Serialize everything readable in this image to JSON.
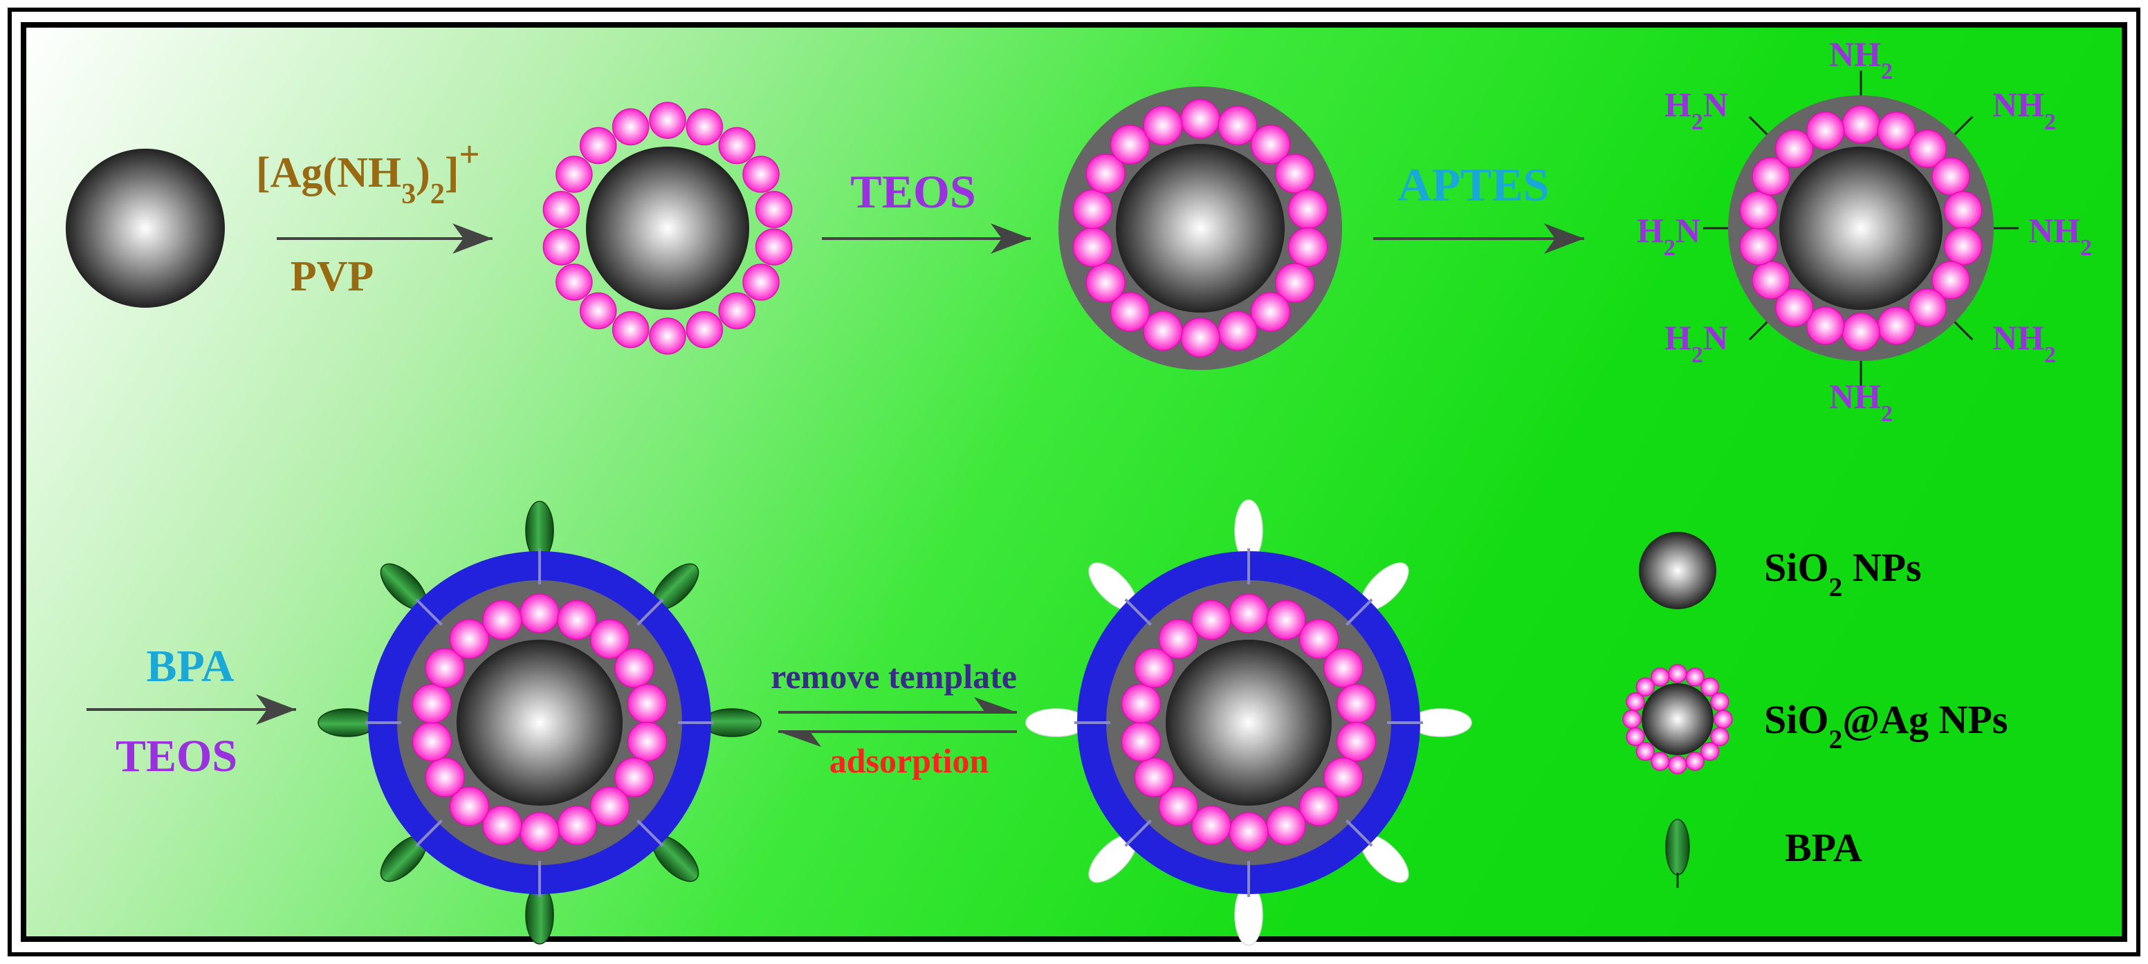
{
  "steps": {
    "step1_top": "[Ag(NH3)2]+",
    "step1_bottom": "PVP",
    "step2": "TEOS",
    "step3": "APTES",
    "step4_top": "BPA",
    "step4_bottom": "TEOS",
    "forward": "remove template",
    "reverse": "adsorption"
  },
  "amine": {
    "nh2": "NH2",
    "h2n": "H2N"
  },
  "legend": [
    {
      "label": "SiO2  NPs",
      "icon": "sio2-np-icon"
    },
    {
      "label": "SiO2@Ag NPs",
      "icon": "sio2-ag-np-icon"
    },
    {
      "label": "BPA",
      "icon": "bpa-leaf-icon"
    }
  ],
  "colors": {
    "ag": "#ff33cc",
    "shell": "#666666",
    "mip": "#2222dd",
    "bpa": "#1e7a2e",
    "label_gold": "#9a6a12",
    "label_purple": "#9b30e0",
    "label_cyan": "#19a8d8",
    "label_navy": "#3a2a8a",
    "label_red": "#ff2020"
  }
}
